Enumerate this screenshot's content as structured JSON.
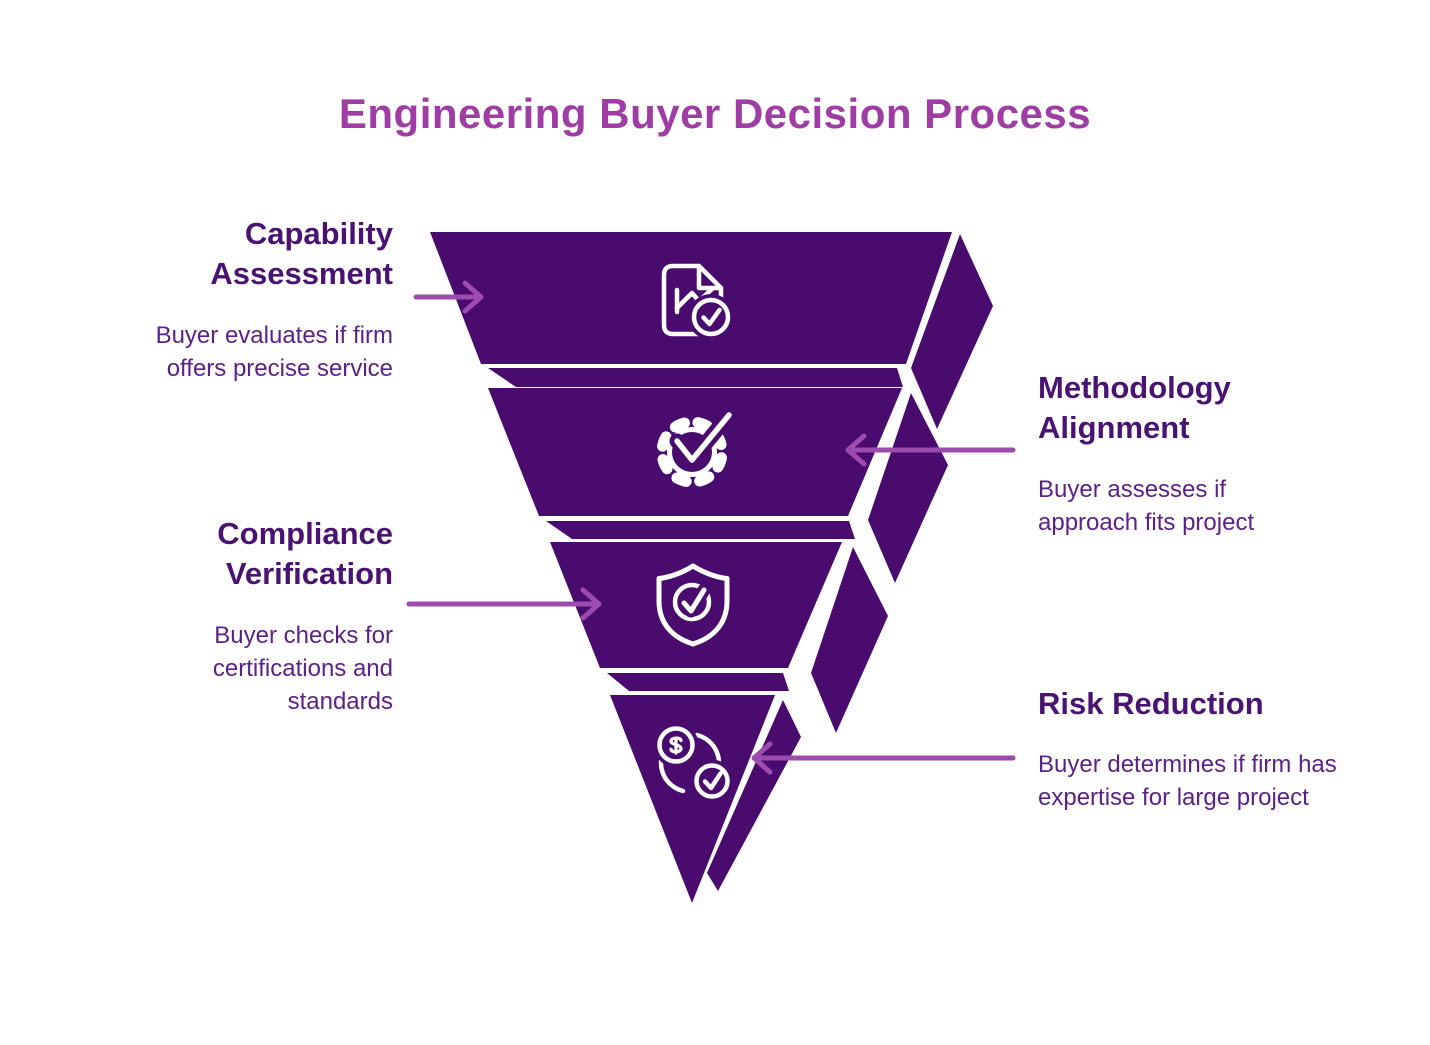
{
  "title": "Engineering Buyer Decision Process",
  "colors": {
    "background": "#FFFFFF",
    "funnel_fill": "#4A0B6E",
    "title_text": "#9F3DA4",
    "stage_heading_text": "#4A1272",
    "stage_body_text": "#5C2189",
    "arrow": "#9E4BAE",
    "icon_stroke": "#FFFFFF"
  },
  "funnel": {
    "type": "inverted-pyramid",
    "tier_count": 4,
    "style": "3d-offset-tiers"
  },
  "stages": [
    {
      "tier": 1,
      "heading": "Capability Assessment",
      "description": "Buyer evaluates if firm offers precise service",
      "icon": "document-chart-check-icon",
      "label_side": "left",
      "arrow_direction": "right"
    },
    {
      "tier": 2,
      "heading": "Methodology Alignment",
      "description": "Buyer assesses if approach fits project",
      "icon": "gear-check-icon",
      "label_side": "right",
      "arrow_direction": "left"
    },
    {
      "tier": 3,
      "heading": "Compliance Verification",
      "description": "Buyer checks for certifications and standards",
      "icon": "shield-check-icon",
      "label_side": "left",
      "arrow_direction": "right"
    },
    {
      "tier": 4,
      "heading": "Risk Reduction",
      "description": "Buyer determines if firm has expertise for large project",
      "icon": "dollar-refresh-check-icon",
      "label_side": "right",
      "arrow_direction": "left"
    }
  ]
}
